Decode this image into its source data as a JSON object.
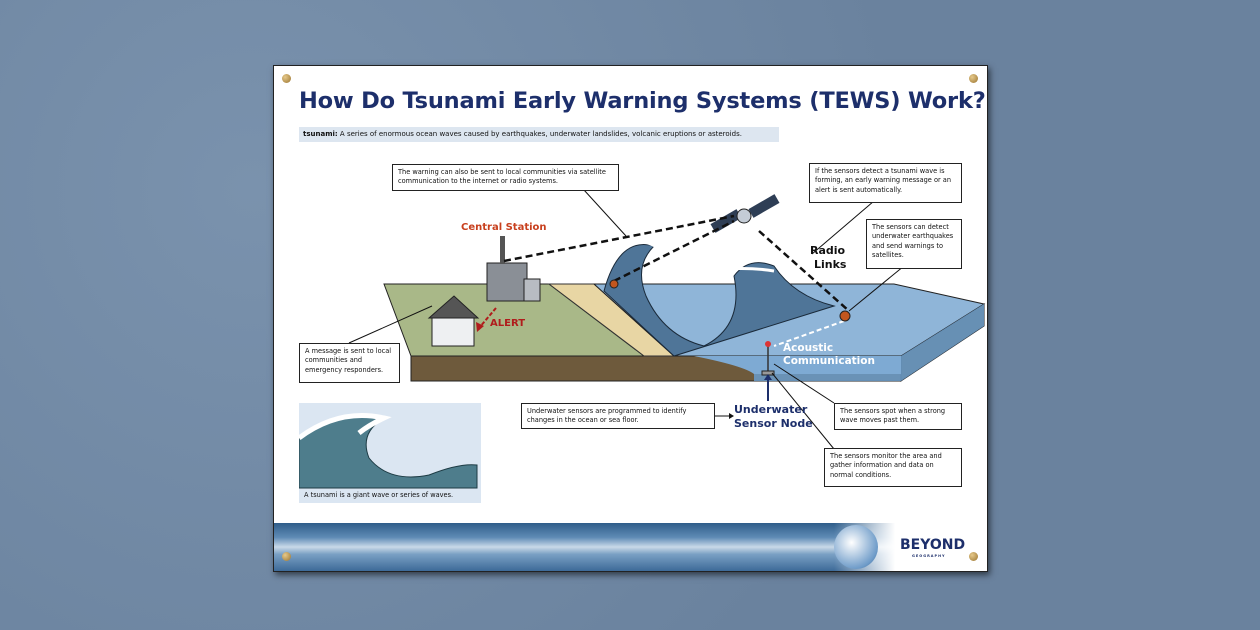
{
  "poster": {
    "title": "How Do Tsunami Early Warning Systems (TEWS) Work?",
    "definition": {
      "term": "tsunami:",
      "text": " A series of enormous ocean waves caused by earthquakes, underwater landslides, volcanic eruptions or asteroids."
    },
    "callouts": {
      "satellite_warning": "The warning can also be sent to local communities via satellite communication to the internet or radio systems.",
      "early_warning": "If the sensors detect a tsunami wave is forming, an early warning message or an alert is sent automatically.",
      "detect_earthquakes": "The sensors can detect underwater earthquakes and send warnings to satellites.",
      "message_sent": "A message is sent to local communities and emergency responders.",
      "programmed": "Underwater sensors are programmed to identify changes in the ocean or sea floor.",
      "spot_wave": "The sensors spot when a strong wave moves past them.",
      "monitor_area": "The sensors monitor the area and gather information and data on normal conditions."
    },
    "labels": {
      "central_station": "Central Station",
      "radio_links_1": "Radio",
      "radio_links_2": "Links",
      "alert": "ALERT",
      "acoustic_1": "Acoustic",
      "acoustic_2": "Communication",
      "sensor_node_1": "Underwater",
      "sensor_node_2": "Sensor Node"
    },
    "wave_caption": "A tsunami is a giant wave or series of waves.",
    "logo": {
      "main": "BEYOND",
      "sub": "GEOGRAPHY"
    },
    "colors": {
      "title": "#1d2f6b",
      "station": "#c8401e",
      "alert": "#b01c1c",
      "node": "#1d2f6b"
    }
  }
}
